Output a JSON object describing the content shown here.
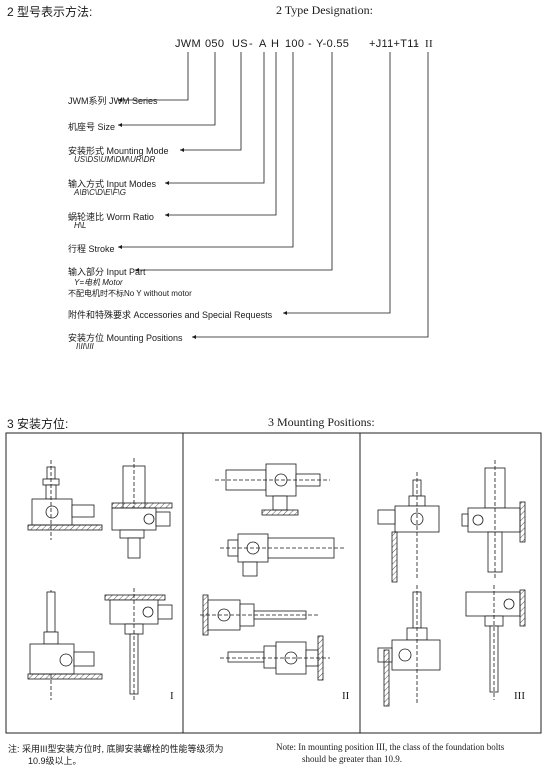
{
  "designation": {
    "title_cn": "2 型号表示方法:",
    "title_en": "2 Type Designation:",
    "code_parts": [
      "JWM",
      "050",
      "US",
      "-",
      "A",
      "H",
      "100",
      "-",
      "Y-0.55",
      "+J11+T11",
      "-",
      "II"
    ],
    "items": [
      {
        "label": "JWM系列 JWM Series",
        "sub": ""
      },
      {
        "label": "机座号 Size",
        "sub": ""
      },
      {
        "label": "安装形式 Mounting Mode",
        "sub": "US\\DS\\UM\\DM\\UR\\DR"
      },
      {
        "label": "输入方式  Input Modes",
        "sub": "A\\B\\C\\D\\E\\F\\G"
      },
      {
        "label": "蜗轮速比 Worm Ratio",
        "sub": "H\\L"
      },
      {
        "label": "行程 Stroke",
        "sub": ""
      },
      {
        "label": "输入部分 Input Part",
        "sub": "Y=电机 Motor",
        "sub2": "不配电机时不标No Y without motor"
      },
      {
        "label": "附件和特殊要求 Accessories and Special Requests",
        "sub": ""
      },
      {
        "label": "安装方位 Mounting Positions",
        "sub": "I\\II\\III"
      }
    ]
  },
  "mounting": {
    "title_cn": "3 安装方位:",
    "title_en": "3  Mounting Positions:",
    "panels": [
      {
        "numeral": "I"
      },
      {
        "numeral": "II"
      },
      {
        "numeral": "III"
      }
    ]
  },
  "notes": {
    "cn_line1": "注: 采用III型安装方位时, 底脚安装螺栓的性能等级须为",
    "cn_line2": "10.9级以上。",
    "en_line1": "Note: In mounting position III, the class of the foundation bolts",
    "en_line2": "should be greater than 10.9."
  },
  "colors": {
    "ink": "#1a1a1a",
    "rule": "#222222",
    "hatch": "#555555"
  }
}
